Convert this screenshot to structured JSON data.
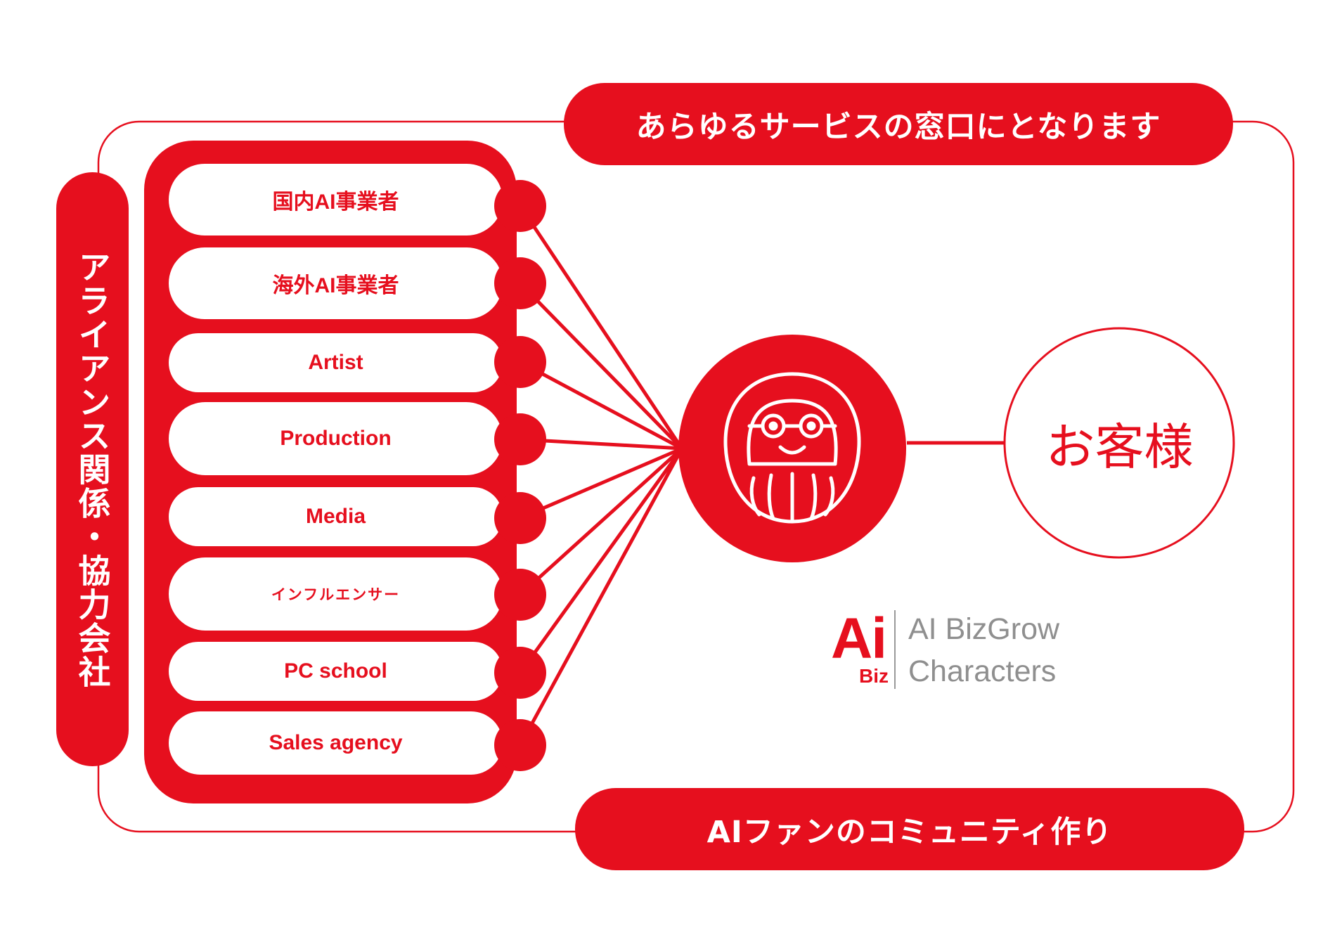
{
  "top_banner": "あらゆるサービスの窓口にとなります",
  "bottom_banner": "AIファンのコミュニティ作り",
  "side_label": "アライアンス関係・協力会社",
  "partners": [
    {
      "label": "国内AI事業者"
    },
    {
      "label": "海外AI事業者"
    },
    {
      "label": "Artist"
    },
    {
      "label": "Production"
    },
    {
      "label": "Media"
    },
    {
      "label": "インフルエンサー"
    },
    {
      "label": "PC school"
    },
    {
      "label": "Sales agency"
    }
  ],
  "customer": "お客様",
  "hub_icon": "daruma-icon",
  "logo": {
    "mark_ai": "Ai",
    "mark_biz": "Biz",
    "line1": "AI BizGrow",
    "line2": "Characters"
  },
  "colors": {
    "accent": "#e60f1e",
    "logo_text": "#8f8f8f",
    "background": "#ffffff"
  }
}
